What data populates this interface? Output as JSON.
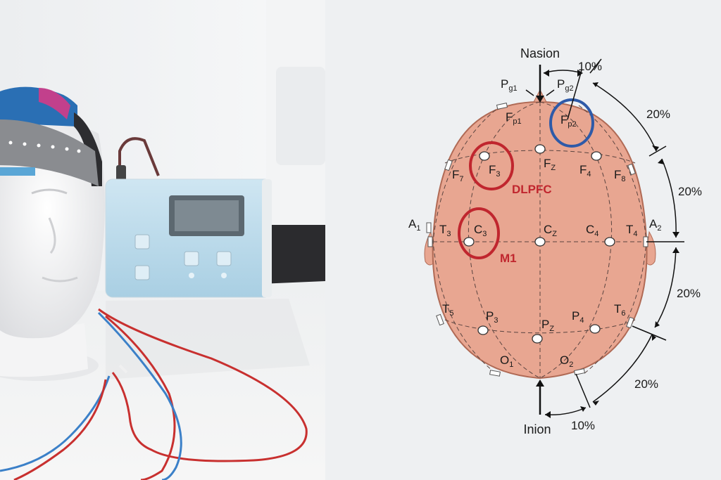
{
  "diagram": {
    "landmarks": {
      "nasion": "Nasion",
      "inion": "Inion"
    },
    "percentages": {
      "top_arc": "10%",
      "bottom_arc": "10%",
      "right_1": "20%",
      "right_2": "20%",
      "right_3": "20%",
      "right_4": "20%"
    },
    "electrodes": {
      "pg1": {
        "main": "P",
        "sub": "g1"
      },
      "pg2": {
        "main": "P",
        "sub": "g2"
      },
      "fp1": {
        "main": "F",
        "sub": "p1"
      },
      "fp2": {
        "main": "F",
        "sub": "p2"
      },
      "f7": {
        "main": "F",
        "sub": "7"
      },
      "f3": {
        "main": "F",
        "sub": "3"
      },
      "fz": {
        "main": "F",
        "sub": "Z"
      },
      "f4": {
        "main": "F",
        "sub": "4"
      },
      "f8": {
        "main": "F",
        "sub": "8"
      },
      "a1": {
        "main": "A",
        "sub": "1"
      },
      "t3": {
        "main": "T",
        "sub": "3"
      },
      "c3": {
        "main": "C",
        "sub": "3"
      },
      "cz": {
        "main": "C",
        "sub": "Z"
      },
      "c4": {
        "main": "C",
        "sub": "4"
      },
      "t4": {
        "main": "T",
        "sub": "4"
      },
      "a2": {
        "main": "A",
        "sub": "2"
      },
      "t5": {
        "main": "T",
        "sub": "5"
      },
      "p3": {
        "main": "P",
        "sub": "3"
      },
      "pz": {
        "main": "P",
        "sub": "Z"
      },
      "p4": {
        "main": "P",
        "sub": "4"
      },
      "t6": {
        "main": "T",
        "sub": "6"
      },
      "o1": {
        "main": "O",
        "sub": "1"
      },
      "o2": {
        "main": "O",
        "sub": "2"
      }
    },
    "highlights": {
      "dlpfc": {
        "label": "DLPFC",
        "color": "#c0262e"
      },
      "m1": {
        "label": "M1",
        "color": "#c0262e"
      },
      "fp2_color": "#2e5aa8"
    },
    "colors": {
      "scalp": "#e8a691",
      "scalp_edge": "#b06a55"
    }
  }
}
